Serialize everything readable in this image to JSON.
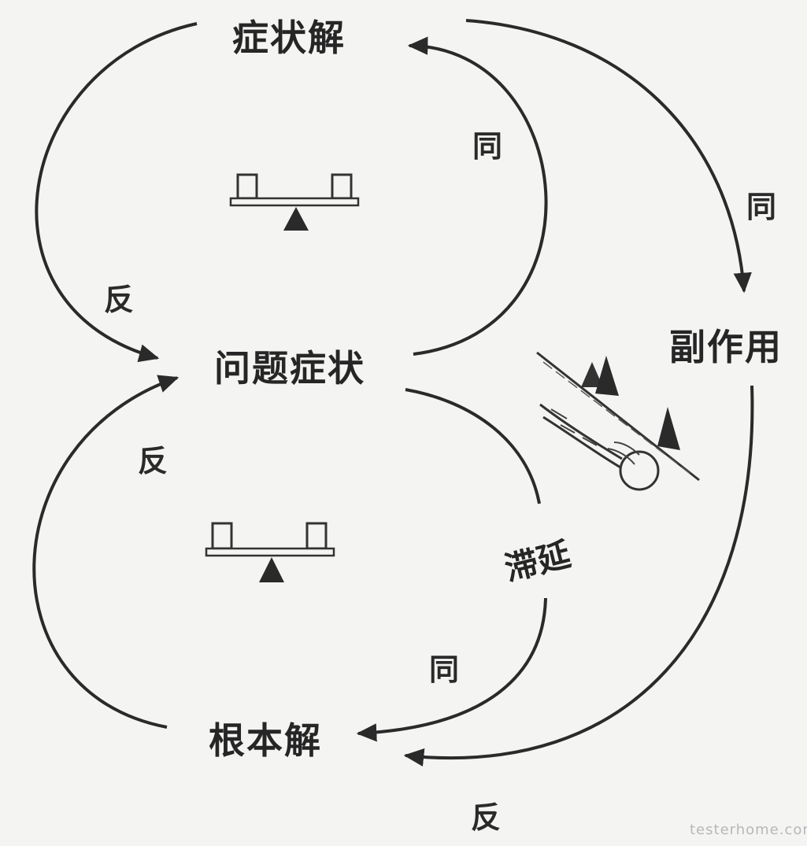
{
  "nodes": {
    "symptomatic_solution": "症状解",
    "problem_symptom": "问题症状",
    "side_effect": "副作用",
    "fundamental_solution": "根本解"
  },
  "links": {
    "symptom_to_problem": "反",
    "problem_to_symptom": "同",
    "symptom_to_side": "同",
    "fundamental_to_problem": "反",
    "problem_to_fundamental": "同",
    "side_to_fundamental": "反"
  },
  "delay_label": "滞延",
  "watermark": "testerhome.com"
}
